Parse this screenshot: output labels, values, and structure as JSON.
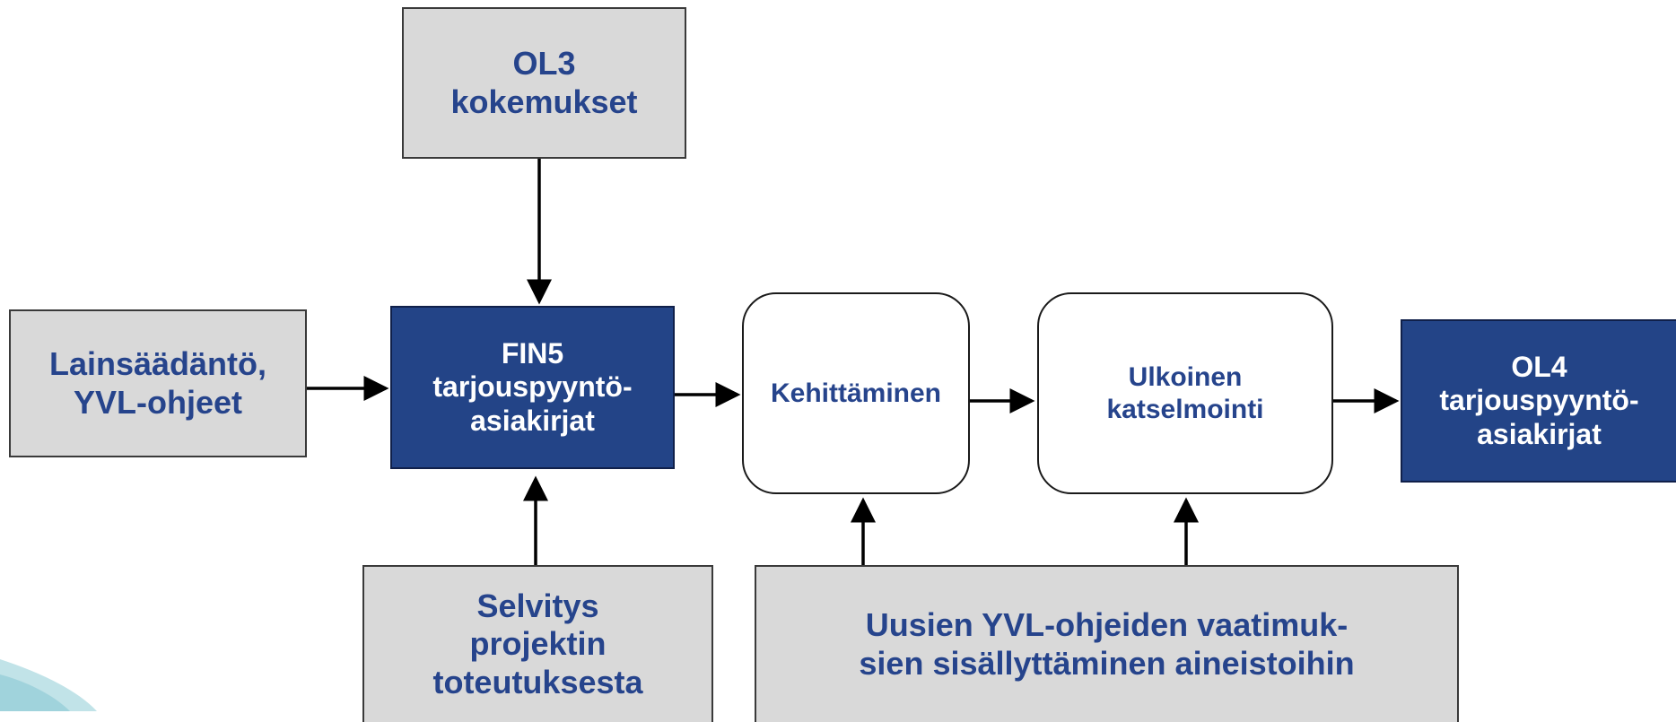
{
  "colors": {
    "accent_dark": "#234487",
    "text_blue": "#26448c",
    "grey_fill": "#d9d9d9",
    "swirl": "#9fd4dc"
  },
  "boxes": {
    "ol3": {
      "lines": [
        "OL3",
        "kokemukset"
      ]
    },
    "laws": {
      "lines": [
        "Lainsäädäntö,",
        "YVL-ohjeet"
      ]
    },
    "fin5": {
      "lines": [
        "FIN5",
        "tarjouspyyntö-",
        "asiakirjat"
      ]
    },
    "develop": {
      "lines": [
        "Kehittäminen"
      ]
    },
    "review": {
      "lines": [
        "Ulkoinen",
        "katselmointi"
      ]
    },
    "ol4": {
      "lines": [
        "OL4",
        "tarjouspyyntö-",
        "asiakirjat"
      ]
    },
    "study": {
      "lines": [
        "Selvitys",
        "projektin",
        "toteutuksesta"
      ]
    },
    "yvl": {
      "lines": [
        "Uusien YVL-ohjeiden vaatimuk-",
        "sien sisällyttäminen aineistoihin"
      ]
    }
  }
}
